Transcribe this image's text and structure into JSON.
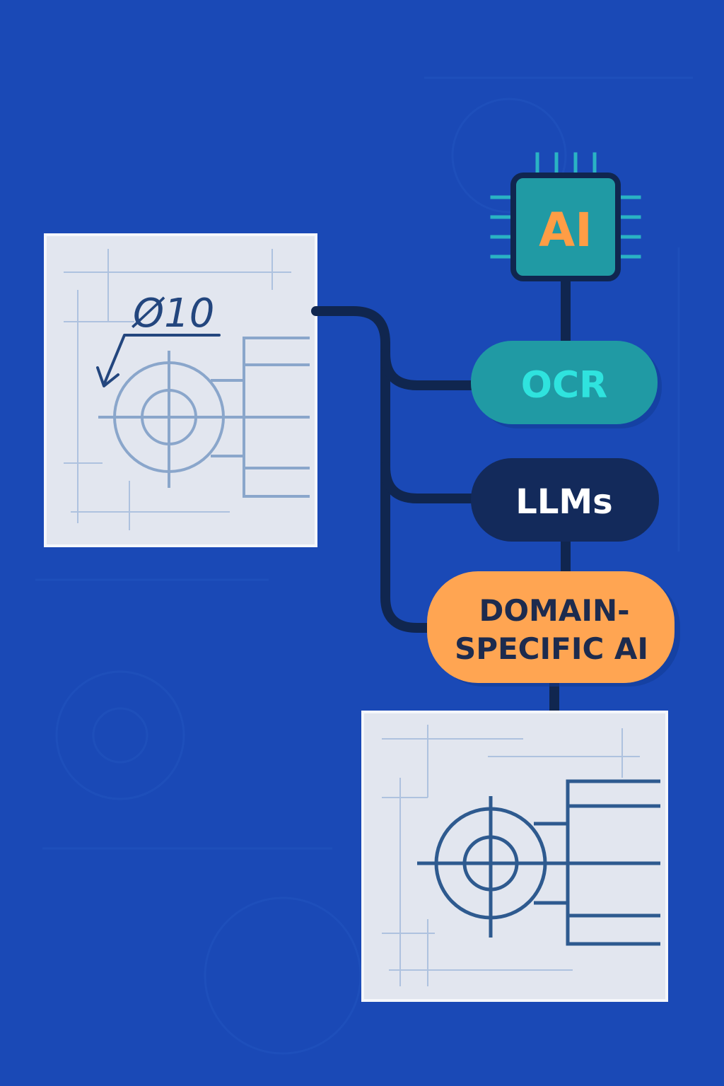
{
  "chip": {
    "label": "AI",
    "icon": "ai-chip-icon",
    "fill": "#209aa4",
    "text_color": "#ff9d45"
  },
  "nodes": {
    "ocr": {
      "label": "OCR",
      "fill": "#209aa4",
      "text_color": "#2fe3de"
    },
    "llms": {
      "label": "LLMs",
      "fill": "#132a5b",
      "text_color": "#ffffff"
    },
    "domain": {
      "line1": "DOMAIN-",
      "line2": "SPECIFIC AI",
      "fill": "#ffa552",
      "text_color": "#1d2b4e"
    }
  },
  "input_drawing": {
    "dimension_text": "Ø10",
    "icon": "technical-drawing-icon"
  },
  "output_drawing": {
    "icon": "technical-drawing-icon"
  },
  "colors": {
    "background": "#1a49b6",
    "connector": "#10264f",
    "paper": "#e2e6ef",
    "blueprint_line": "#87a6ce",
    "blueprint_dark": "#3e669a"
  }
}
